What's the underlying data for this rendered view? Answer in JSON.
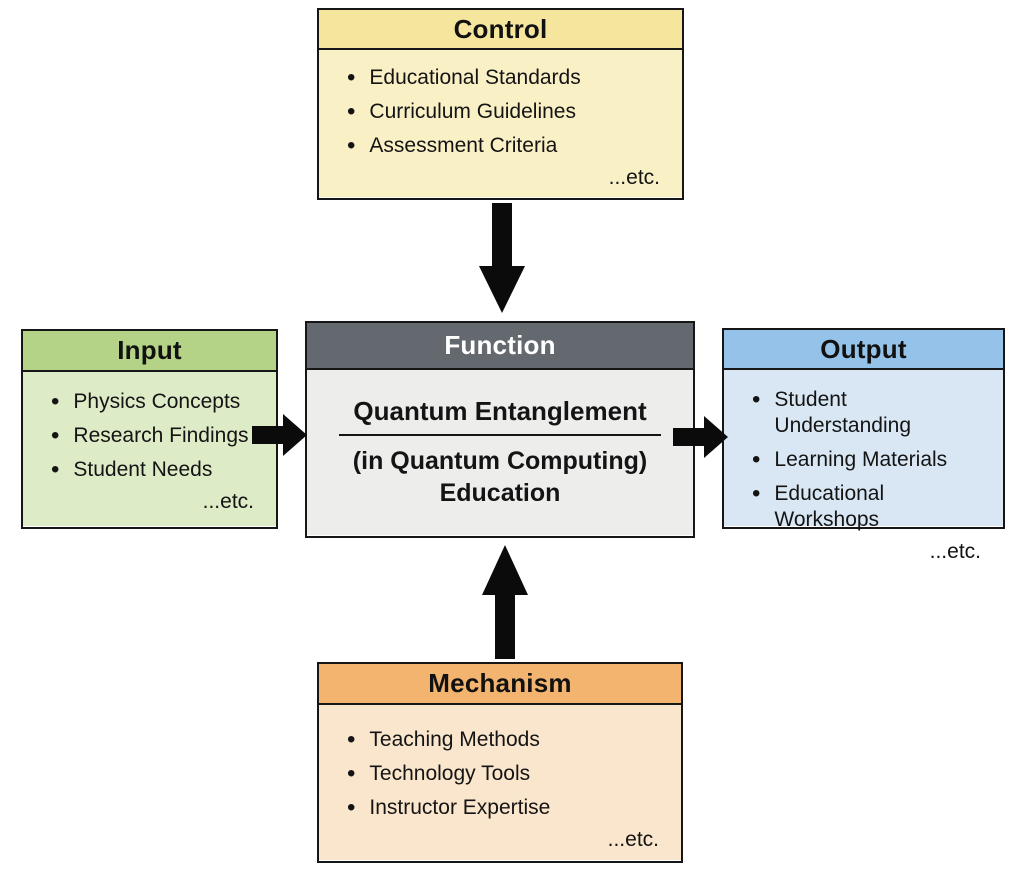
{
  "diagram_type": "IDEF0 function block diagram",
  "boxes": {
    "control": {
      "title": "Control",
      "items": [
        "Educational Standards",
        "Curriculum Guidelines",
        "Assessment Criteria"
      ],
      "etc_label": "...etc.",
      "header_color": "#F6E59C",
      "body_color": "#FAF0C6"
    },
    "input": {
      "title": "Input",
      "items": [
        "Physics Concepts",
        "Research Findings",
        "Student Needs"
      ],
      "etc_label": "...etc.",
      "header_color": "#B4D386",
      "body_color": "#DEEBC7"
    },
    "function": {
      "title": "Function",
      "subject": "Quantum Entanglement",
      "context": "(in Quantum Computing)",
      "domain": "Education",
      "header_color": "#63696F",
      "header_text_color": "#FFFFFF",
      "body_color": "#EDEDEC"
    },
    "output": {
      "title": "Output",
      "items": [
        "Student Understanding",
        "Learning Materials",
        "Educational Workshops"
      ],
      "etc_label": "...etc.",
      "header_color": "#94C2E8",
      "body_color": "#D8E7F3"
    },
    "mechanism": {
      "title": "Mechanism",
      "items": [
        "Teaching Methods",
        "Technology Tools",
        "Instructor Expertise"
      ],
      "etc_label": "...etc.",
      "header_color": "#F3B470",
      "body_color": "#FAE6CC"
    }
  },
  "arrows": {
    "color": "#0B0B0B",
    "control_to_function": "down",
    "input_to_function": "right",
    "function_to_output": "right",
    "mechanism_to_function": "up"
  }
}
